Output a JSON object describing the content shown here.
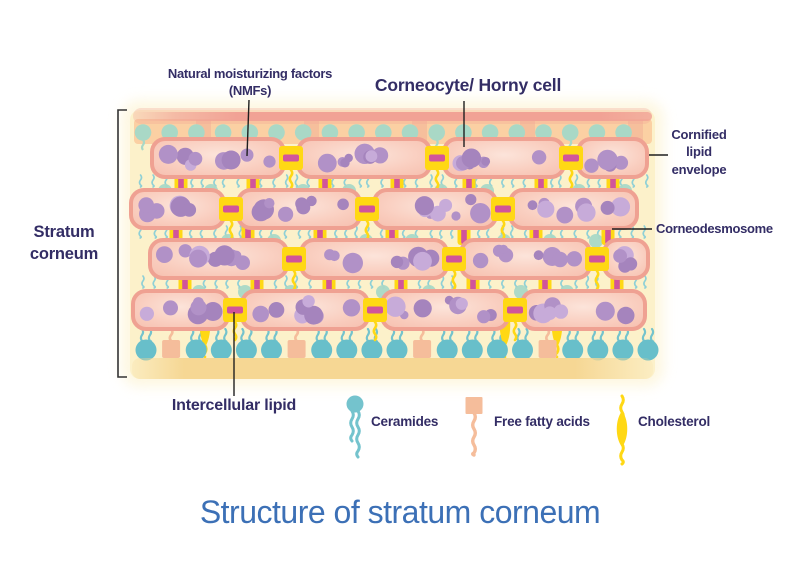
{
  "title": "Structure of stratum corneum",
  "labels": {
    "nmf_line1": "Natural moisturizing factors",
    "nmf_line2": "(NMFs)",
    "corneocyte": "Corneocyte/ Horny cell",
    "cornified_line1": "Cornified",
    "cornified_line2": "lipid",
    "cornified_line3": "envelope",
    "corneodesmosome": "Corneodesmosome",
    "stratum_line1": "Stratum",
    "stratum_line2": "corneum",
    "intercellular": "Intercellular lipid"
  },
  "legend": {
    "items": [
      {
        "icon": "ceramide-icon",
        "label": "Ceramides"
      },
      {
        "icon": "free-fatty-acid-icon",
        "label": "Free fatty acids"
      },
      {
        "icon": "cholesterol-icon",
        "label": "Cholesterol"
      }
    ]
  },
  "colors": {
    "label_text": "#332d65",
    "title_text": "#3c70b6",
    "panel_bg": "#fcf1ca",
    "strip_orange": "#fbd0a3",
    "band_pink": "#f1a295",
    "band_bottom": "#f6d794",
    "cell_fill": "#f9ccbd",
    "cell_fill_light": "#fce4da",
    "cell_fill_edge": "#f5bbaa",
    "cell_border": "#efa192",
    "nucleus_purple": "#b191c7",
    "nucleus_purple_light": "#c7abd9",
    "nucleus_purple_dark": "#a584bd",
    "mint": "#a9d8c6",
    "teal": "#74c3cd",
    "teal_dark": "#68bfca",
    "teal_tail": "#8fd0d6",
    "yellow": "#ffd814",
    "magenta": "#d1549b",
    "peach": "#f5bd9b",
    "leader_line": "#1f1f1f",
    "bracket": "#333333"
  }
}
